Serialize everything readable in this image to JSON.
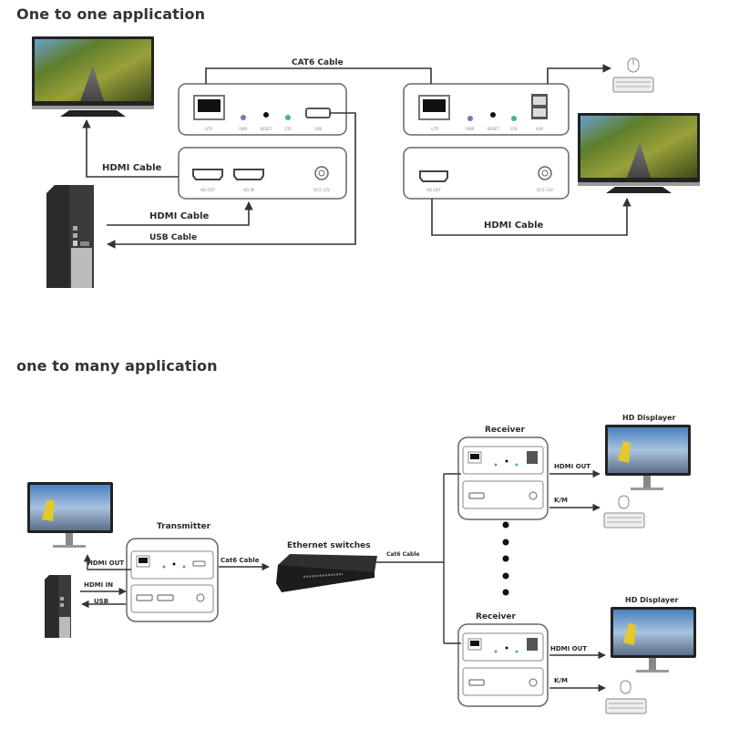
{
  "sections": {
    "one_to_one": {
      "title": "One to one application",
      "cable_labels": {
        "cat6": "CAT6 Cable",
        "hdmi_to_tv": "HDMI Cable",
        "hdmi_from_pc": "HDMI Cable",
        "usb": "USB Cable",
        "hdmi_rx_to_tv": "HDMI Cable"
      },
      "transmitter": {
        "top_ports": [
          "UTP",
          "PWR",
          "RESET",
          "STA",
          "USB"
        ],
        "bottom_ports": [
          "HD OUT",
          "HD IN",
          "DC5-12V"
        ]
      },
      "receiver": {
        "top_ports": [
          "UTP",
          "PWR",
          "RESET",
          "STA",
          "K/M"
        ],
        "bottom_ports": [
          "HD OUT",
          "DC5-12V"
        ]
      }
    },
    "one_to_many": {
      "title": "one to many application",
      "transmitter_label": "Transmitter",
      "switch_label": "Ethernet switches",
      "receiver_label": "Receiver",
      "display_label": "HD Displayer",
      "cable_labels": {
        "hdmi_out": "HDMI OUT",
        "hdmi_in": "HDMI IN",
        "usb": "USB",
        "cat6_tx": "Cat6 Cable",
        "cat6_switch": "Cat6 Cable",
        "rx_hdmi_out": "HDMI OUT",
        "rx_km": "K/M"
      }
    }
  },
  "colors": {
    "line": "#333333",
    "box_stroke": "#666666",
    "pwr_led": "#8a6fae",
    "sta_led": "#3fb59a",
    "port": "#111111"
  }
}
